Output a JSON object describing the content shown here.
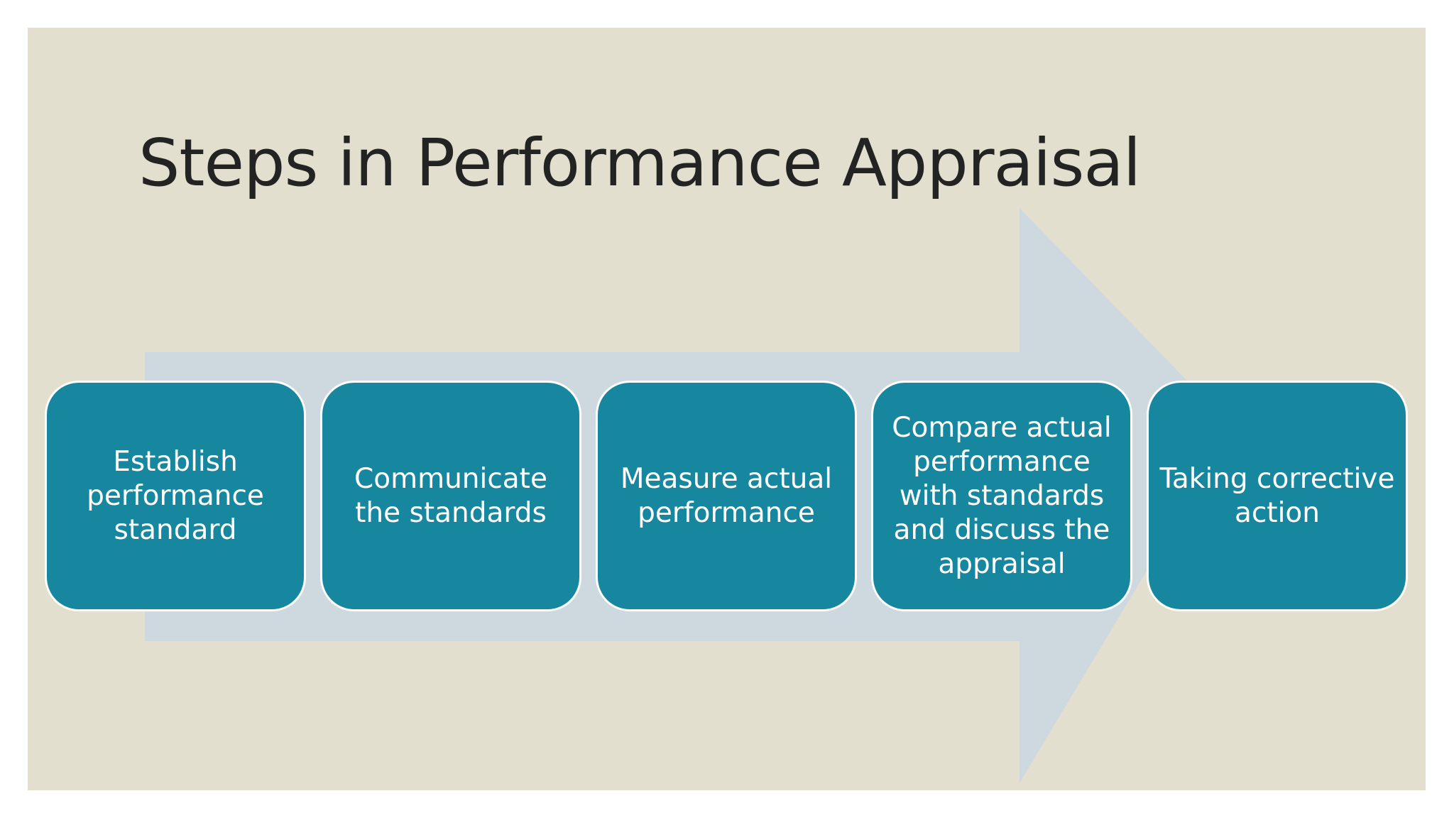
{
  "title": "Steps in Performance Appraisal",
  "steps": [
    {
      "label": "Establish performance standard"
    },
    {
      "label": "Communicate the standards"
    },
    {
      "label": "Measure actual performance"
    },
    {
      "label": "Compare actual performance with standards and discuss the appraisal"
    },
    {
      "label": "Taking corrective action"
    }
  ],
  "colors": {
    "slide_background": "#e3dfcf",
    "arrow": "#cdd9de",
    "step_fill": "#17869f",
    "step_text": "#ffffff",
    "title_text": "#232323"
  }
}
